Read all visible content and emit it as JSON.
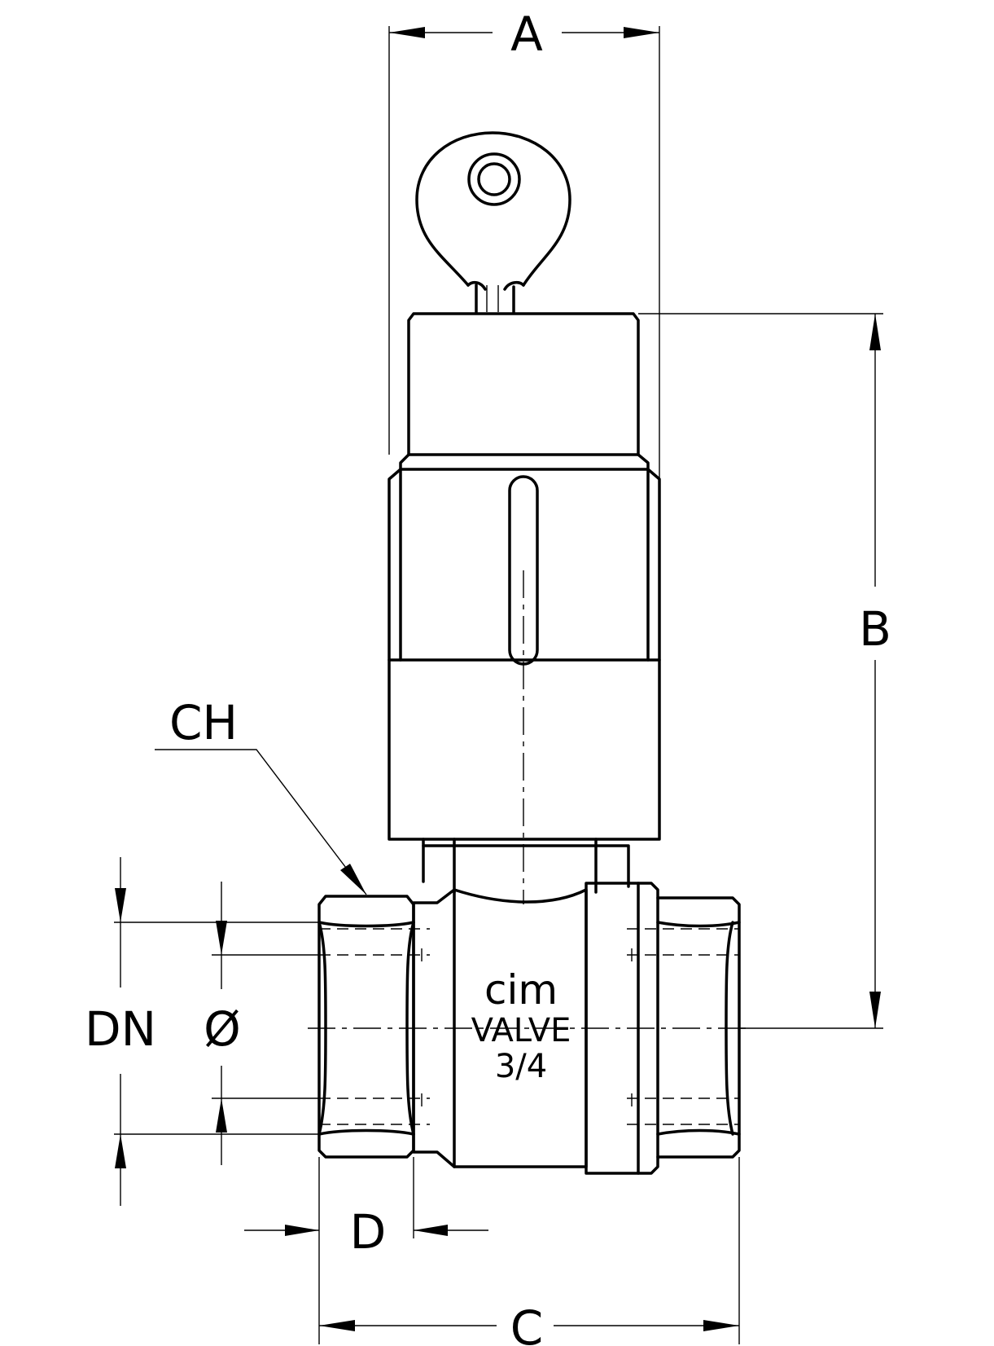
{
  "dimensions": {
    "a": "A",
    "b": "B",
    "c": "C",
    "d": "D",
    "ch": "CH",
    "dn": "DN",
    "dia": "Ø"
  },
  "body_marking": {
    "brand": "cim",
    "line2": "VALVE",
    "size": "3/4"
  },
  "colors": {
    "line": "#000000",
    "background": "#ffffff"
  }
}
